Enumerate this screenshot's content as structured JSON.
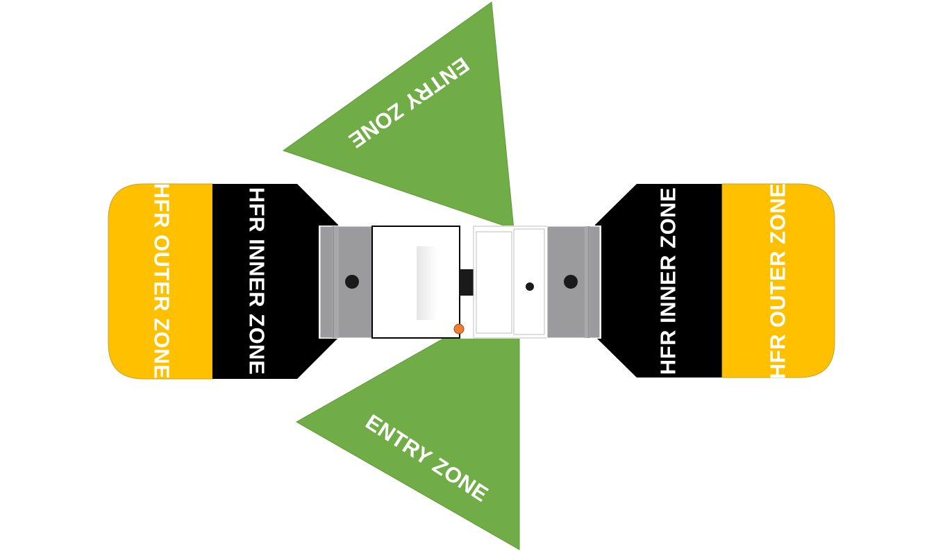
{
  "labels": {
    "outer_left": "HFR OUTER ZONE",
    "inner_left": "HFR INNER ZONE",
    "inner_right": "HFR INNER ZONE",
    "outer_right": "HFR OUTER ZONE",
    "entry_top": "ENTRY ZONE",
    "entry_bottom": "ENTRY ZONE"
  },
  "colors": {
    "outer_zone": "#FFC000",
    "inner_zone": "#000000",
    "entry_zone": "#70AD47",
    "rack_gray": "#9B9B9D",
    "marker": "#ED7D31"
  }
}
